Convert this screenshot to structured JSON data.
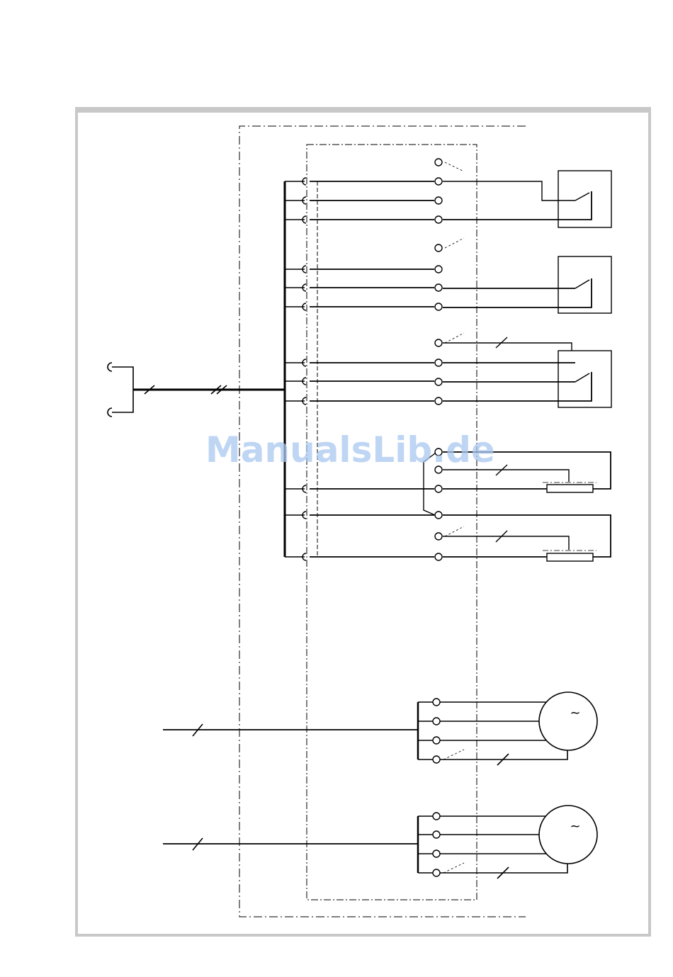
{
  "watermark": {
    "text": "ManualsLib.de"
  },
  "colors": {
    "line": "#000000",
    "frame": "#c8c8c8",
    "background": "#ffffff",
    "watermark": "#a9c8ef"
  },
  "icons": {
    "motor_symbol": "alternating-current-tilde",
    "switch_symbol": "relay-contact"
  },
  "diagram": {
    "type": "wiring-schematic",
    "frames": [
      "outer-dashdot-enclosure",
      "inner-dashed-terminal-block"
    ],
    "groups": [
      {
        "id": "switch-1",
        "terminals": 4
      },
      {
        "id": "switch-2",
        "terminals": 4
      },
      {
        "id": "switch-3",
        "terminals": 4
      },
      {
        "id": "heater-1",
        "terminals": 4
      },
      {
        "id": "heater-2",
        "terminals": 2
      },
      {
        "id": "motor-1",
        "terminals": 4
      },
      {
        "id": "motor-2",
        "terminals": 4
      }
    ]
  }
}
